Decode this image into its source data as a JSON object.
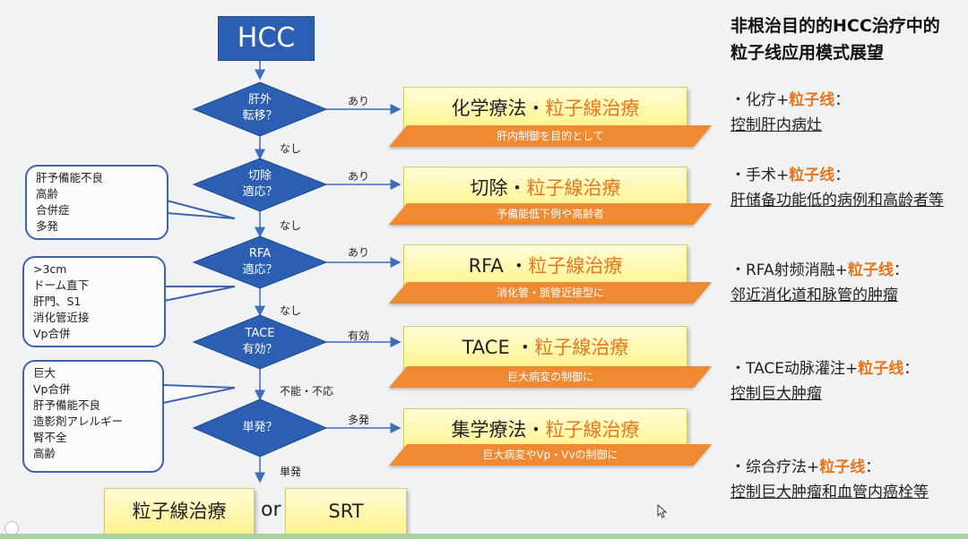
{
  "flow": {
    "start": "HCC",
    "decisions": [
      {
        "line1": "肝外",
        "line2": "転移？"
      },
      {
        "line1": "切除",
        "line2": "適応？"
      },
      {
        "line1": "RFA",
        "line2": "適応？"
      },
      {
        "line1": "TACE",
        "line2": "有効？"
      },
      {
        "line1": "単発？",
        "line2": ""
      }
    ],
    "yes_labels": [
      "あり",
      "あり",
      "あり",
      "有効",
      "多発"
    ],
    "no_labels": [
      "なし",
      "なし",
      "なし",
      "不能・不応",
      "単発"
    ],
    "results": [
      {
        "main": "化学療法・",
        "highlight": "粒子線治療",
        "note": "肝内制御を目的として"
      },
      {
        "main": "切除・",
        "highlight": "粒子線治療",
        "note": "予備能低下例や高齢者"
      },
      {
        "main": "RFA ・",
        "highlight": "粒子線治療",
        "note": "消化管・脈管近接型に"
      },
      {
        "main": "TACE ・",
        "highlight": "粒子線治療",
        "note": "巨大病変の制御に"
      },
      {
        "main": "集学療法・",
        "highlight": "粒子線治療",
        "note": "巨大病変やVp・Vvの制御に"
      }
    ],
    "callouts": [
      [
        "肝予備能不良",
        "高齢",
        "合併症",
        "多発"
      ],
      [
        ">3cm",
        "ドーム直下",
        "肝門、S1",
        "消化管近接",
        "Vp合併"
      ],
      [
        "巨大",
        "Vp合併",
        "肝予備能不良",
        "造影剤アレルギー",
        "腎不全",
        "高齢"
      ]
    ],
    "final_left": "粒子線治療",
    "final_or": "or",
    "final_right": "SRT"
  },
  "right_panel": {
    "title": "非根治目的的HCC治疗中的粒子线应用模式展望",
    "items": [
      {
        "prefix": "・化疗+",
        "highlight": "粒子线",
        "suffix": "：",
        "sub": "控制肝内病灶"
      },
      {
        "prefix": "・手术+",
        "highlight": "粒子线",
        "suffix": "：",
        "sub": "肝储备功能低的病例和高龄者等"
      },
      {
        "prefix": "・RFA射频消融+",
        "highlight": "粒子线",
        "suffix": "：",
        "sub": "邻近消化道和脉管的肿瘤"
      },
      {
        "prefix": "・TACE动脉灌注+",
        "highlight": "粒子线",
        "suffix": "：",
        "sub": "控制巨大肿瘤"
      },
      {
        "prefix": "・综合疗法+",
        "highlight": "粒子线",
        "suffix": "：",
        "sub": "控制巨大肿瘤和血管内癌栓等"
      }
    ]
  },
  "colors": {
    "diamond": "#2c5fb3",
    "arrow": "#3e6cc0",
    "orange": "#e8761b",
    "result_fill": "#fff38d"
  }
}
